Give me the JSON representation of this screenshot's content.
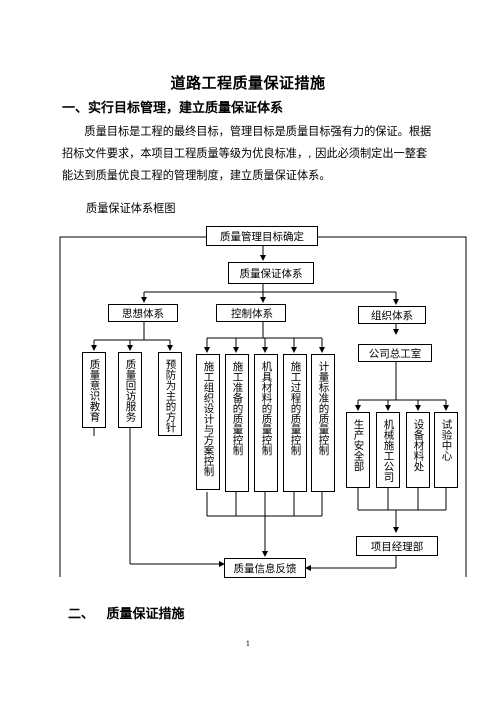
{
  "doc": {
    "title": "道路工程质量保证措施",
    "section1": "一、实行目标管理，建立质量保证体系",
    "paragraph": "质量目标是工程的最终目标，管理目标是质量目标强有力的保证。根据招标文件要求，本项目工程质量等级为优良标准，, 因此必须制定出一整套能达到质量优良工程的管理制度，建立质量保证体系。",
    "figure_label": "质量保证体系框图",
    "section2": "二、  质量保证措施",
    "page_number": "1"
  },
  "diagram": {
    "top": "质量管理目标确定",
    "system": "质量保证体系",
    "thought": "思想体系",
    "control": "控制体系",
    "org": "组织体系",
    "company": "公司总工室",
    "feedback": "质量信息反馈",
    "pm": "项目经理部",
    "thought_items": [
      "质量意识教育",
      "质量回访服务",
      "预防为主的方针"
    ],
    "control_items": [
      "施工组织设计与方案控制",
      "施工准备的质量控制",
      "机具材料的质量控制",
      "施工过程的质量控制",
      "计量标准的质量控制"
    ],
    "org_items": [
      "生产安全部",
      "机械施工公司",
      "设备材料处",
      "试验中心"
    ]
  }
}
